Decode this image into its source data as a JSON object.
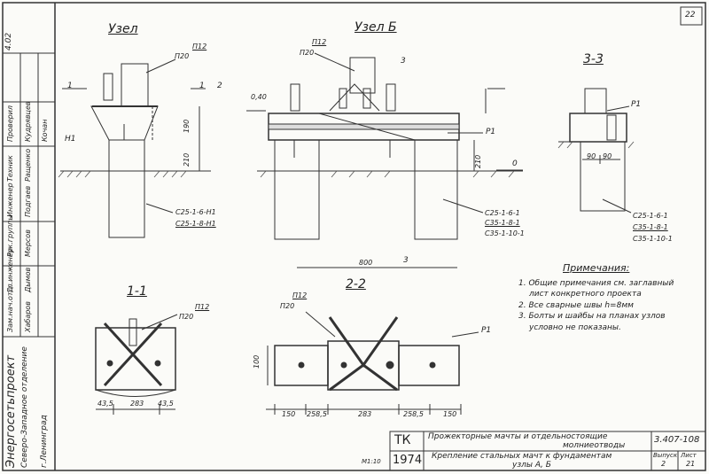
{
  "sheet_number": "22",
  "views": {
    "uzel_a": "Узел",
    "uzel_b": "Узел Б",
    "sec33": "3-3",
    "sec11": "1-1",
    "sec22": "2-2"
  },
  "labels": {
    "p12_a": "П12",
    "p20_a": "П20",
    "p12_b": "П12",
    "p20_b": "П20",
    "p12_c": "П12",
    "p20_c": "П20",
    "p12_d": "П12",
    "p20_d": "П20",
    "h1": "Н1",
    "p1_a": "Р1",
    "p1_b": "Р1",
    "p1_c": "Р1",
    "cut1_left": "1",
    "cut1_right": "1",
    "cut2": "2",
    "cut3_top": "3",
    "cut3_bot": "3",
    "elev_left": "0,40",
    "elev_zero": "0"
  },
  "dims": {
    "d190": "190",
    "d210_a": "210",
    "d210_b": "210",
    "d800": "800",
    "d90a": "90",
    "d90b": "90",
    "d435a": "43,5",
    "d283a": "283",
    "d435b": "43,5",
    "d100": "100",
    "d150a": "150",
    "d2585a": "258,5",
    "d283b": "283",
    "d2585b": "258,5",
    "d150b": "150"
  },
  "marks": {
    "a": [
      "С25-1-6-Н1",
      "С25-1-8-Н1"
    ],
    "b": [
      "С25-1-6-1",
      "С35-1-8-1",
      "С35-1-10-1"
    ],
    "c": [
      "С25-1-6-1",
      "С35-1-8-1",
      "С35-1-10-1"
    ]
  },
  "notes": {
    "title": "Примечания:",
    "items": [
      "1. Общие примечания см. заглавный",
      "лист конкретного проекта",
      "2. Все сварные швы  h=8мм",
      "3. Болты и шайбы на планах узлов",
      "условно не показаны."
    ]
  },
  "left_strip": {
    "org1": "Энергосетьпроект",
    "org2": "Северо-Западное отделение",
    "city": "г.Ленинград",
    "roles": [
      "Зам.нач.отд.",
      "Гл.инженер",
      "Рук.группы",
      "Инженер",
      "Техник"
    ],
    "names": [
      "Хабаров",
      "Дымов",
      "Мерсов",
      "Подгаев",
      "Ращенко"
    ],
    "approve": [
      "Проверил",
      "Кудрявцев",
      "Кочан"
    ],
    "corner": "4.02"
  },
  "title_block": {
    "code": "ТК",
    "year": "1974",
    "title1": "Прожекторные мачты и отдельностоящие",
    "title2": "молниеотводы",
    "subtitle1": "Крепление стальных мачт к фундаментам",
    "subtitle2": "узлы А, Б",
    "doc": "3.407-108",
    "issue_label": "Выпуск",
    "issue": "2",
    "sheet_label": "Лист",
    "sheet": "21",
    "stamp": "М1:10"
  }
}
